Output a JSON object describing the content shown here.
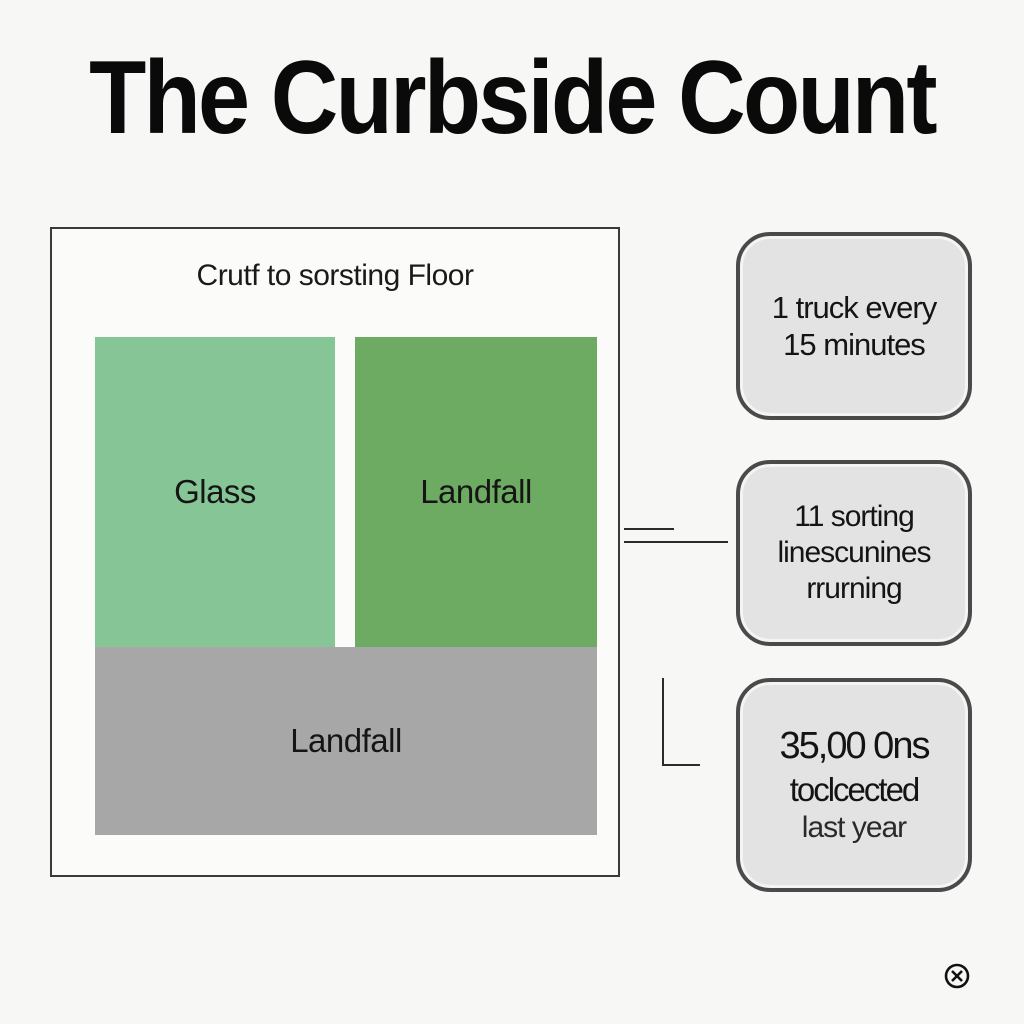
{
  "title": "The Curbside Count",
  "panel": {
    "caption": "Crutf to sorsting Floor",
    "blocks": [
      {
        "label": "Glass",
        "color": "#85c596"
      },
      {
        "label": "Landfall",
        "color": "#6eab62"
      },
      {
        "label": "Landfall",
        "color": "#a7a7a7"
      }
    ]
  },
  "stats": [
    {
      "lines": [
        "1 truck every",
        "15 minutes"
      ]
    },
    {
      "lines": [
        "11 sorting",
        "linescunines",
        "rrurning"
      ]
    },
    {
      "lines": [
        "35,00 0ns",
        "toclcected",
        "last year"
      ]
    }
  ],
  "corner_icon": "close-circle-icon"
}
